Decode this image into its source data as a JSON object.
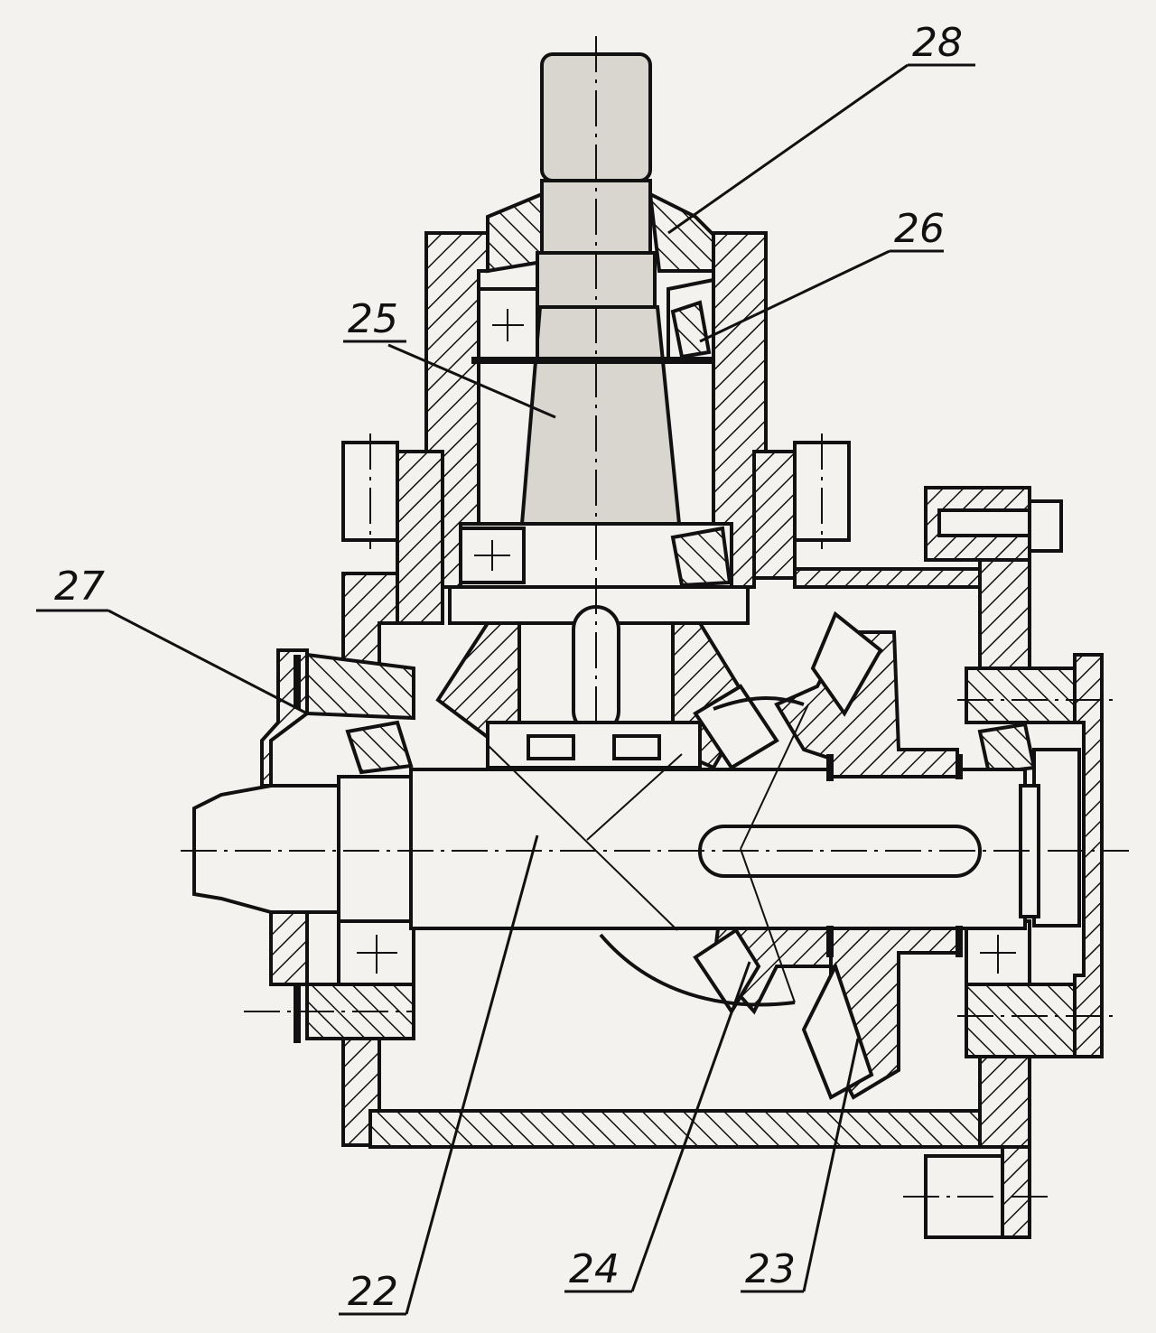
{
  "labels": {
    "l22": "22",
    "l23": "23",
    "l24": "24",
    "l25": "25",
    "l26": "26",
    "l27": "27",
    "l28": "28"
  }
}
